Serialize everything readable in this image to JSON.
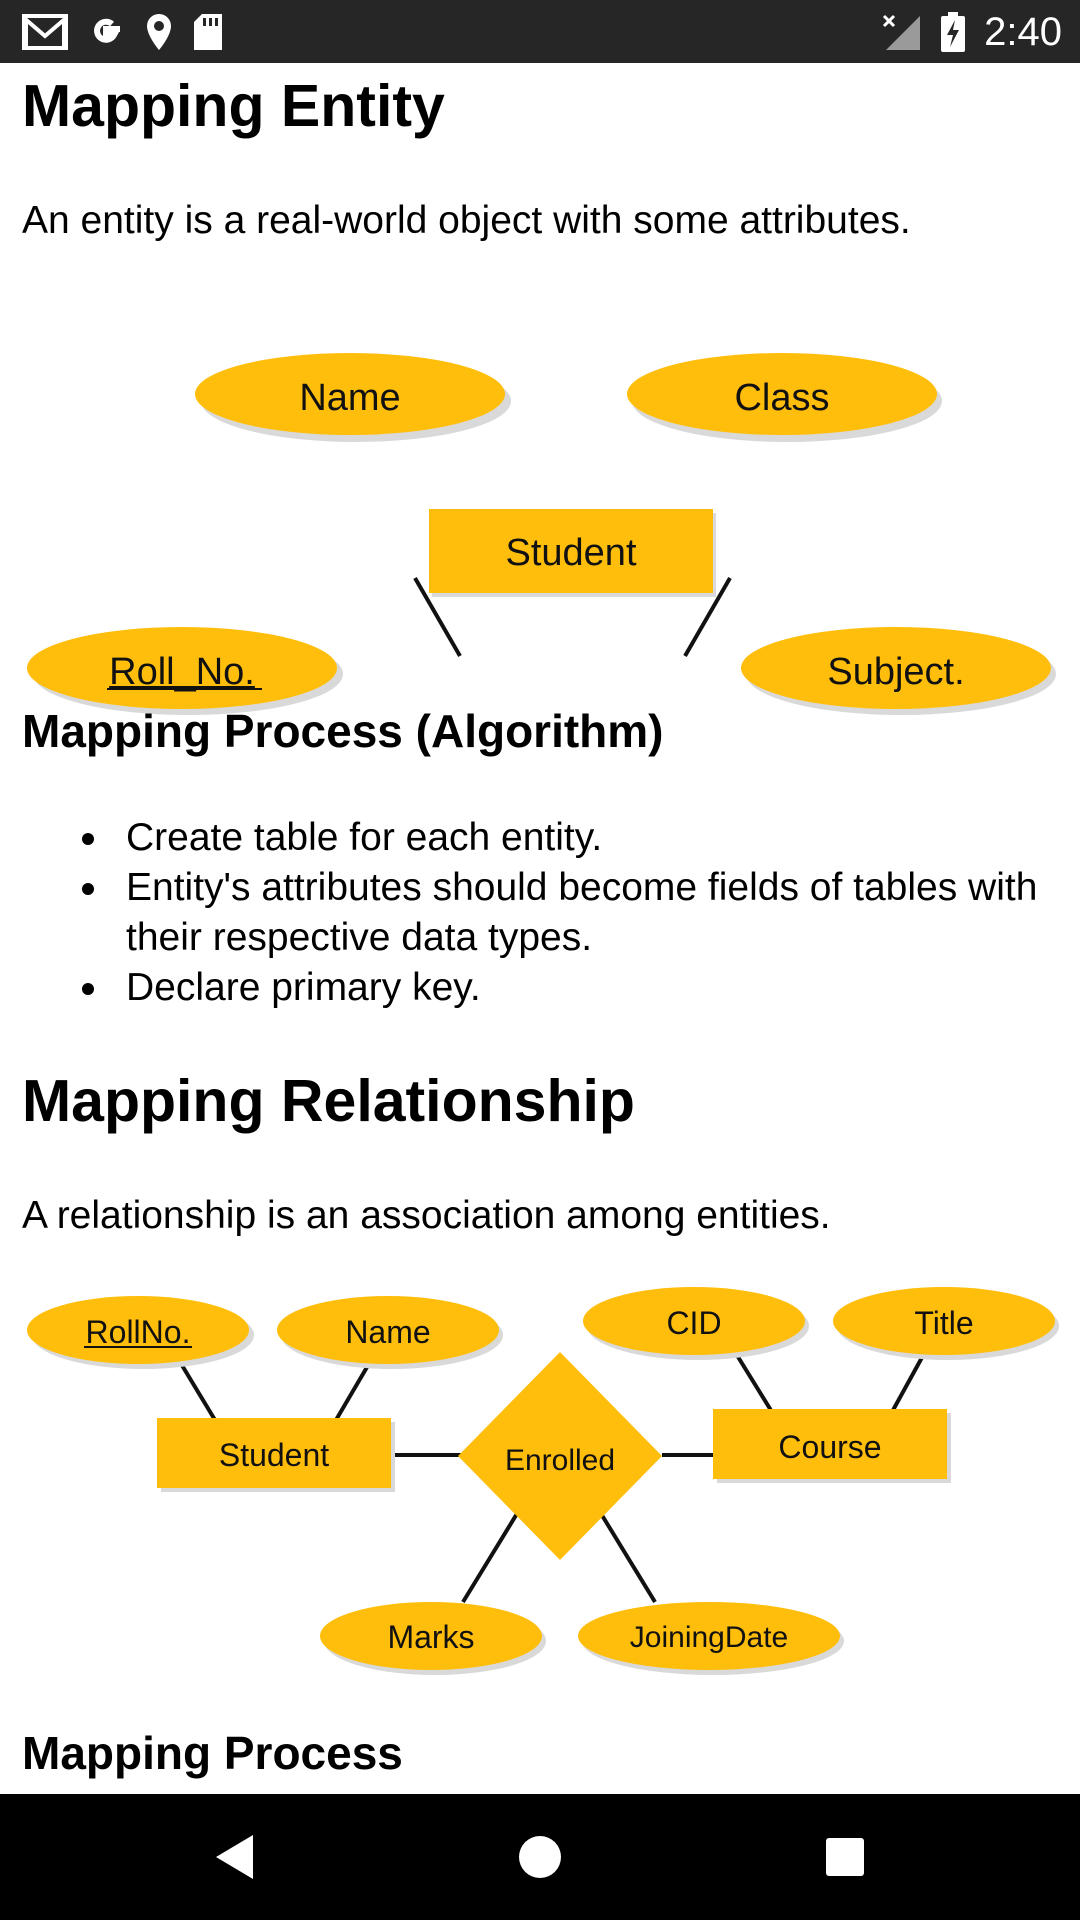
{
  "status_bar": {
    "time": "2:40",
    "left_icons": [
      "gmail-icon",
      "google-icon",
      "location-icon",
      "sd-card-icon"
    ],
    "right_icons": [
      "signal-off-icon",
      "battery-charging-icon"
    ],
    "background": "#262626"
  },
  "article": {
    "section1": {
      "title": "Mapping Entity",
      "intro": "An entity is a real-world object with some attributes.",
      "diagram": {
        "entity": "Student",
        "attributes": [
          "Name",
          "Class",
          "Roll_No.",
          "Subject."
        ]
      }
    },
    "section2": {
      "title": "Mapping Process (Algorithm)",
      "bullets": [
        "Create table for each entity.",
        "Entity's attributes should become fields of tables with their respective data types.",
        "Declare primary key."
      ]
    },
    "section3": {
      "title": "Mapping Relationship",
      "intro": "A relationship is an association among entities.",
      "diagram": {
        "entity_left": "Student",
        "entity_right": "Course",
        "relationship": "Enrolled",
        "attr_rollno": "RollNo.",
        "attr_name": "Name",
        "attr_cid": "CID",
        "attr_title": "Title",
        "attr_marks": "Marks",
        "attr_joiningdate": "JoiningDate"
      }
    },
    "section4": {
      "title": "Mapping Process"
    }
  },
  "colors": {
    "diagram_fill": "#FFBE0B",
    "diagram_shadow": "#d9d9d9"
  },
  "nav_bar": {
    "buttons": [
      "back-icon",
      "home-icon",
      "recents-icon"
    ]
  }
}
